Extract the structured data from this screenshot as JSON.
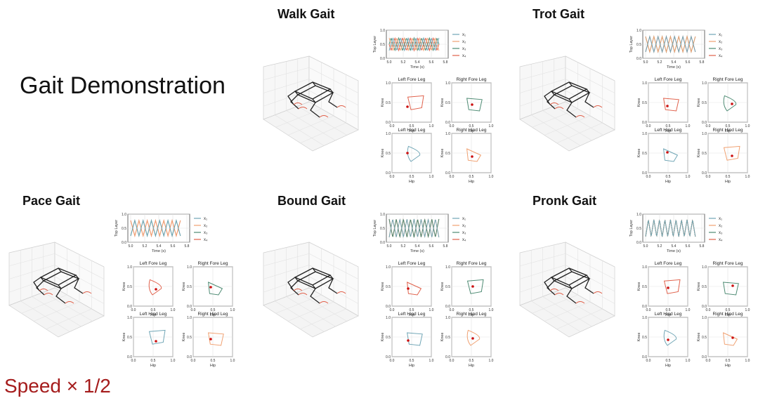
{
  "title": "Gait Demonstration",
  "speed_label": "Speed × 1/2",
  "colors": {
    "x1": "#6fa5b5",
    "x2": "#f0a070",
    "x3": "#4c8a72",
    "x4": "#e0604a",
    "marker": "#cc1111",
    "title_red": "#a51c1c"
  },
  "timeline": {
    "ylabel": "Top Layer",
    "xlabel": "Time (s)",
    "y_ticks": [
      "1.0",
      "0.5",
      "0.0"
    ],
    "x_ticks": [
      "5.0",
      "5.2",
      "5.4",
      "5.6",
      "5.8"
    ],
    "legend": [
      "x₁",
      "x₂",
      "x₃",
      "x₄"
    ]
  },
  "phase_plot": {
    "xlabel": "Hip",
    "ylabel": "Knee",
    "x_ticks": [
      "0.0",
      "0.5",
      "1.0"
    ],
    "y_ticks": [
      "1.0",
      "0.5",
      "0.0"
    ],
    "panels": [
      "Left Fore Leg",
      "Right Fore Leg",
      "Left Hind Leg",
      "Right Hind Leg"
    ]
  },
  "gaits": [
    {
      "id": "walk",
      "name": "Walk Gait"
    },
    {
      "id": "trot",
      "name": "Trot Gait"
    },
    {
      "id": "pace",
      "name": "Pace Gait"
    },
    {
      "id": "bound",
      "name": "Bound Gait"
    },
    {
      "id": "pronk",
      "name": "Pronk Gait"
    }
  ]
}
